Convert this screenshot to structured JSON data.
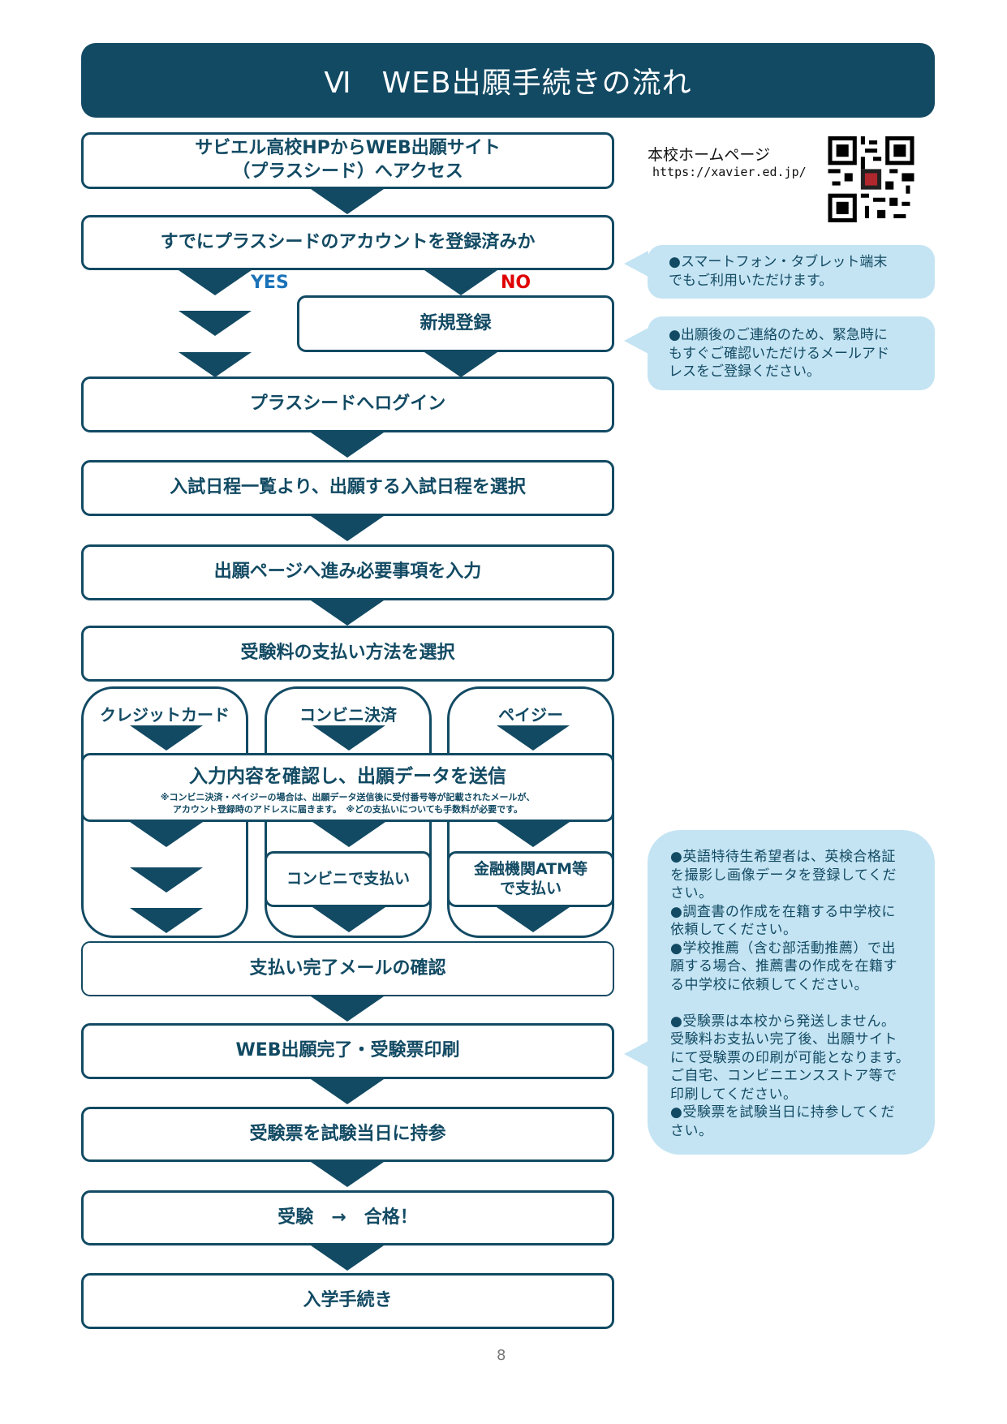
{
  "header": {
    "title": "Ⅵ　WEB出願手続きの流れ"
  },
  "homepage": {
    "label": "本校ホームページ",
    "url": "https://xavier.ed.jp/"
  },
  "steps": {
    "access_line1": "サビエル高校HPからWEB出願サイト",
    "access_line2": "（プラスシード）へアクセス",
    "account_question": "すでにプラスシードのアカウントを登録済みか",
    "yes": "YES",
    "no": "NO",
    "register": "新規登録",
    "login": "プラスシードへログイン",
    "select_schedule": "入試日程一覧より、出願する入試日程を選択",
    "input": "出願ページへ進み必要事項を入力",
    "payment_method": "受験料の支払い方法を選択",
    "pay_options": [
      "クレジットカード",
      "コンビニ決済",
      "ペイジー"
    ],
    "confirm": "入力内容を確認し、出願データを送信",
    "confirm_note1": "※コンビニ決済・ペイジーの場合は、出願データ送信後に受付番号等が記載されたメールが、",
    "confirm_note2": "アカウント登録時のアドレスに届きます。　※どの支払いについても手数料が必要です。",
    "pay_conveni": "コンビニで支払い",
    "pay_atm": "金融機関ATM等で支払い",
    "pay_complete": "支払い完了メールの確認",
    "web_complete": "WEB出願完了・受験票印刷",
    "bring_ticket": "受験票を試験当日に持参",
    "exam": "受験　→　合格！",
    "enrollment": "入学手続き"
  },
  "notes": {
    "smartphone": [
      "●スマートフォン・タブレット端末",
      "でもご利用いただけます。"
    ],
    "email": [
      "●出願後のご連絡のため、緊急時に",
      "もすぐご確認いただけるメールアド",
      "レスをご登録ください。"
    ],
    "details": [
      "●英語特待生希望者は、英検合格証",
      "を撮影し画像データを登録してくだ",
      "さい。",
      "●調査書の作成を在籍する中学校に",
      "依頼してください。",
      "●学校推薦（含む部活動推薦）で出",
      "願する場合、推薦書の作成を在籍す",
      "る中学校に依頼してください。",
      "",
      "●受験票は本校から発送しません。",
      "受験料お支払い完了後、出願サイト",
      "にて受験票の印刷が可能となります。",
      "ご自宅、コンビニエンスストア等で",
      "印刷してください。",
      "●受験票を試験当日に持参してくだ",
      "さい。"
    ]
  },
  "page_number": "8",
  "colors": {
    "navy": "#124a63",
    "bubble": "#c4e4f3",
    "yes": "#1a72b8",
    "no": "#e00000"
  }
}
